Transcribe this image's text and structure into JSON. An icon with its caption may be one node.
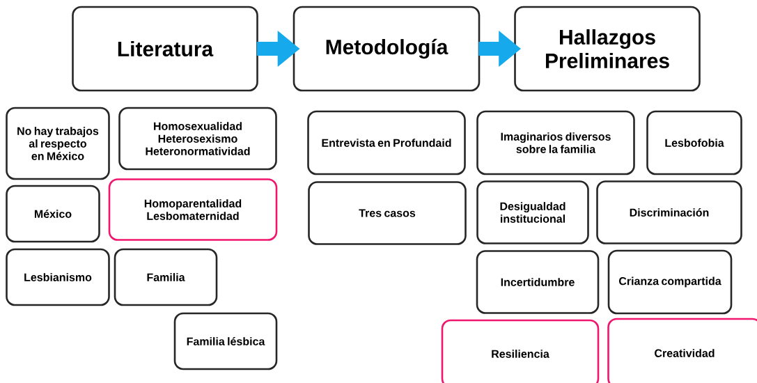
{
  "diagram": {
    "nodes": [
      {
        "text": [
          "Literatura"
        ]
      },
      {
        "text": [
          "Metodología"
        ]
      },
      {
        "text": [
          "Hallazgos Preliminares"
        ]
      },
      {
        "text": [
          "No hay trabajos al respecto en México"
        ]
      },
      {
        "text": [
          "Homosexualidad Heterosexismo Heteronormatividad"
        ]
      },
      {
        "text": [
          "México"
        ]
      },
      {
        "text": [
          "Homoparentalidad Lesbomaternidad"
        ]
      },
      {
        "text": [
          "Lesbianismo"
        ]
      },
      {
        "text": [
          "Familia"
        ]
      },
      {
        "text": [
          "Familia lésbica"
        ]
      },
      {
        "text": [
          "Entrevista en Profundaid"
        ]
      },
      {
        "text": [
          "Tres casos"
        ]
      },
      {
        "text": [
          "Imaginarios diversos sobre la familia"
        ]
      },
      {
        "text": [
          "Lesbofobia"
        ]
      },
      {
        "text": [
          "Desigualdad institucional"
        ]
      },
      {
        "text": [
          "Discriminación"
        ]
      },
      {
        "text": [
          "Incertidumbre"
        ]
      },
      {
        "text": [
          "Crianza compartida"
        ]
      },
      {
        "text": [
          "Resiliencia"
        ]
      },
      {
        "text": [
          "Creatividad"
        ]
      }
    ],
    "edges": [
      {
        "from": 0,
        "to": 1,
        "arrow": "to"
      },
      {
        "from": 1,
        "to": 2,
        "arrow": "to"
      }
    ]
  }
}
